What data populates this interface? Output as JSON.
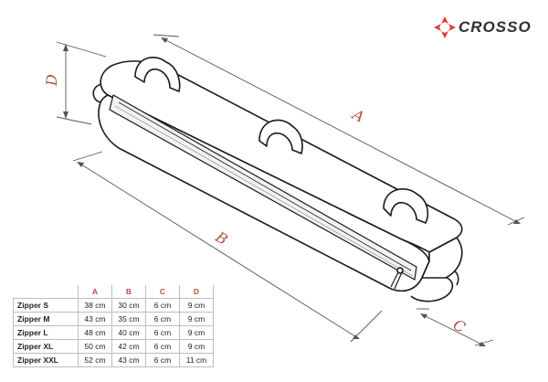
{
  "brand": {
    "name": "CROSSO",
    "accent": "#e03a2f"
  },
  "dimensions": {
    "a": "A",
    "b": "B",
    "c": "C",
    "d": "D"
  },
  "colors": {
    "dim_label": "#b0533f",
    "line": "#1a1a1a",
    "dim_line": "#555555"
  },
  "size_table": {
    "headers": [
      "A",
      "B",
      "C",
      "D"
    ],
    "rows": [
      {
        "name": "Zipper S",
        "values": [
          "38 cm",
          "30 cm",
          "6 cm",
          "9 cm"
        ]
      },
      {
        "name": "Zipper M",
        "values": [
          "43 cm",
          "35 cm",
          "6 cm",
          "9 cm"
        ]
      },
      {
        "name": "Zipper L",
        "values": [
          "48 cm",
          "40 cm",
          "6 cm",
          "9 cm"
        ]
      },
      {
        "name": "Zipper XL",
        "values": [
          "50 cm",
          "42 cm",
          "6 cm",
          "9 cm"
        ]
      },
      {
        "name": "Zipper XXL",
        "values": [
          "52 cm",
          "43 cm",
          "6 cm",
          "11 cm"
        ]
      }
    ]
  }
}
